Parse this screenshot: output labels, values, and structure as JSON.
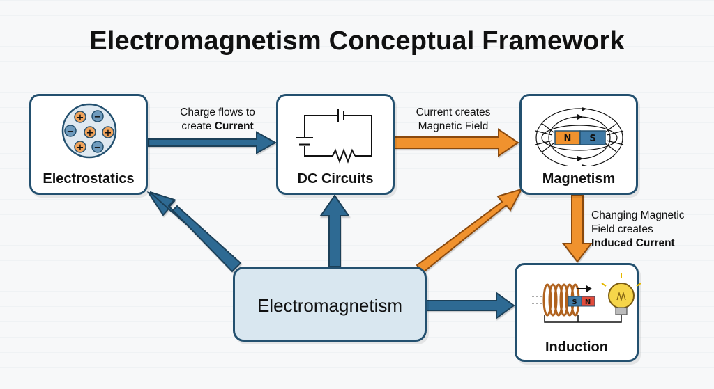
{
  "title": "Electromagnetism Conceptual Framework",
  "nodes": {
    "electrostatics": "Electrostatics",
    "dc_circuits": "DC Circuits",
    "magnetism": "Magnetism",
    "induction": "Induction",
    "core": "Electromagnetism"
  },
  "edges": {
    "e1_line1": "Charge flows to",
    "e1_line2_pre": "create ",
    "e1_line2_bold": "Current",
    "e2_line1": "Current creates",
    "e2_line2": "Magnetic Field",
    "e3_line1": "Changing Magnetic",
    "e3_line2": "Field creates",
    "e3_line3": "Induced Current"
  },
  "icons": {
    "charge_plus": "+",
    "charge_minus": "−",
    "magnet_n": "N",
    "magnet_s": "S"
  },
  "colors": {
    "blue_arrow": "#2f6b93",
    "orange_arrow": "#f0922e",
    "box_border": "#23506f",
    "core_fill": "#d9e7f0"
  }
}
